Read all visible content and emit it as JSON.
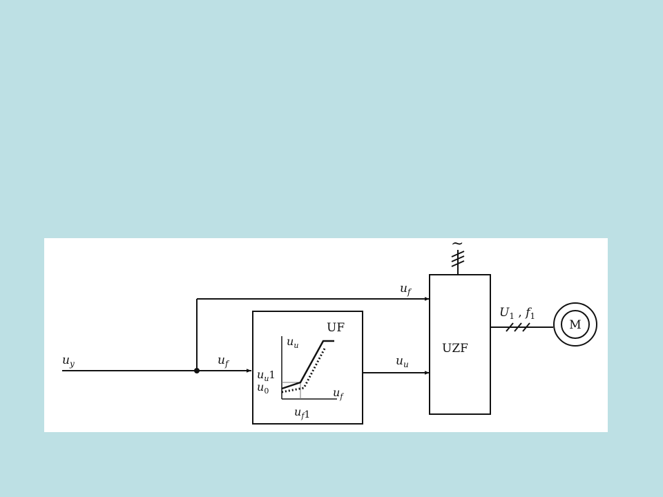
{
  "colors": {
    "background": "#bde0e4",
    "panel": "#ffffff",
    "ink": "#111111"
  },
  "diagram": {
    "input_label": {
      "base": "u",
      "sub": "y"
    },
    "upper_line_label": {
      "base": "u",
      "sub": "f"
    },
    "branch_label": {
      "base": "u",
      "sub": "f"
    },
    "uf_output_label": {
      "base": "u",
      "sub": "u"
    },
    "uf_block": {
      "title": "UF",
      "plot": {
        "y_axis_label": {
          "base": "u",
          "sub": "u"
        },
        "x_axis_label": {
          "base": "u",
          "sub": "f"
        },
        "y_tick_1": {
          "base": "u",
          "sub": "u",
          "suffix": "1"
        },
        "y_tick_0": {
          "base": "u",
          "sub": "0"
        },
        "x_tick_1": {
          "base": "u",
          "sub": "f",
          "suffix": "1"
        }
      }
    },
    "uzf_block": {
      "title": "UZF",
      "supply_symbol": "~"
    },
    "motor_output_label": {
      "U": "U",
      "U_sub": "1",
      "sep": " , ",
      "f": "f",
      "f_sub": "1"
    },
    "motor_label": "M"
  }
}
